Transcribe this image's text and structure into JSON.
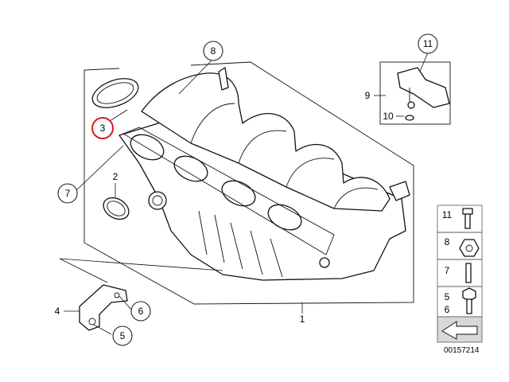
{
  "diagram": {
    "callouts": [
      {
        "id": "c8",
        "text": "8",
        "highlight": false
      },
      {
        "id": "c11",
        "text": "11",
        "highlight": false
      },
      {
        "id": "c9",
        "text": "9",
        "highlight": false
      },
      {
        "id": "c10",
        "text": "10",
        "highlight": false
      },
      {
        "id": "c3",
        "text": "3",
        "highlight": true
      },
      {
        "id": "c2",
        "text": "2",
        "highlight": false
      },
      {
        "id": "c7",
        "text": "7",
        "highlight": false
      },
      {
        "id": "c1",
        "text": "1",
        "highlight": false
      },
      {
        "id": "c4",
        "text": "4",
        "highlight": false
      },
      {
        "id": "c6",
        "text": "6",
        "highlight": false
      },
      {
        "id": "c5",
        "text": "5",
        "highlight": false
      }
    ],
    "legend": {
      "items": [
        {
          "labels": [
            "11"
          ]
        },
        {
          "labels": [
            "8"
          ]
        },
        {
          "labels": [
            "7"
          ]
        },
        {
          "labels": [
            "5",
            "6"
          ]
        }
      ]
    },
    "reference_number": "00157214",
    "colors": {
      "highlight": "#d9191f",
      "line": "#111111",
      "legend_bg": "#d8d8d8"
    }
  }
}
